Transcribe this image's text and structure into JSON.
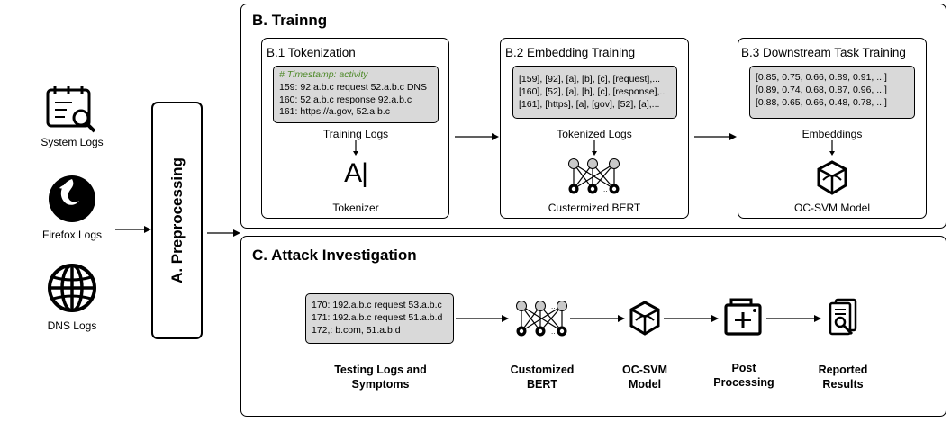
{
  "sources": [
    {
      "label": "System Logs",
      "icon": "system-log-icon"
    },
    {
      "label": "Firefox Logs",
      "icon": "firefox-icon"
    },
    {
      "label": "DNS Logs",
      "icon": "globe-icon"
    }
  ],
  "preprocessing": {
    "title": "A. Preprocessing"
  },
  "training": {
    "title": "B. Trainng",
    "tokenization": {
      "title": "B.1 Tokenization",
      "log_comment": "# Timestamp: activity",
      "log_lines": [
        "159: 92.a.b.c request 52.a.b.c DNS",
        "160: 52.a.b.c response 92.a.b.c",
        "161: https://a.gov, 52.a.b.c"
      ],
      "caption": "Training Logs",
      "logo_text": "A|",
      "model_label": "Tokenizer"
    },
    "embedding": {
      "title": "B.2 Embedding Training",
      "log_lines": [
        "[159], [92], [a], [b], [c], [request],...",
        "[160], [52], [a], [b], [c], [response],..",
        "[161], [https], [a], [gov], [52], [a],..."
      ],
      "caption": "Tokenized Logs",
      "model_label": "Custermized BERT"
    },
    "downstream": {
      "title": "B.3 Downstream Task Training",
      "log_lines": [
        "[0.85, 0.75, 0.66, 0.89, 0.91, ...]",
        "[0.89, 0.74, 0.68, 0.87, 0.96, ...]",
        "[0.88, 0.65, 0.66, 0.48, 0.78, ...]"
      ],
      "caption": "Embeddings",
      "model_label": "OC-SVM Model"
    }
  },
  "investigation": {
    "title": "C. Attack Investigation",
    "log_lines": [
      "170: 192.a.b.c request 53.a.b.c",
      "171: 192.a.b.c request 51.a.b.d",
      "172,:  b.com, 51.a.b.d"
    ],
    "steps": [
      "Testing Logs and Symptoms",
      "Customized BERT",
      "OC-SVM Model",
      "Post Processing",
      "Reported Results"
    ]
  }
}
